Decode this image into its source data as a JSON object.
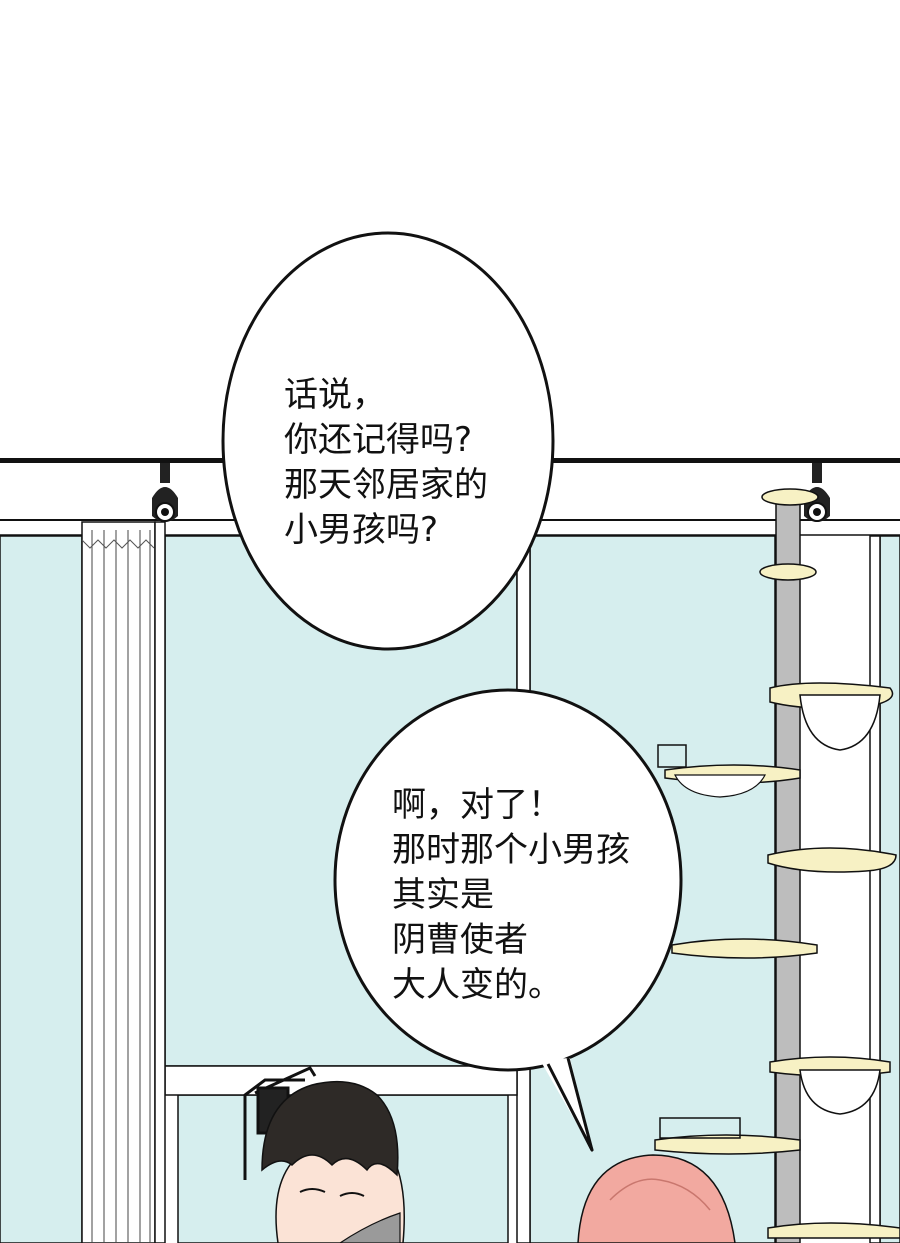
{
  "colors": {
    "window_glass": "#d6eeee",
    "frame": "#ffffff",
    "outline": "#111111",
    "cat_tree_platform": "#f7f1c4",
    "cat_tree_pole": "#bdbdbd",
    "hair_dark": "#2e2a27",
    "hair_pink": "#f2a9a0",
    "skin": "#fbe3d6"
  },
  "icons": {
    "track_light": "spotlight-icon",
    "cat_tree": "cat-tree-icon"
  },
  "dialogue": {
    "bubble1": [
      "话说，",
      "你还记得吗?",
      "那天邻居家的",
      "小男孩吗?"
    ],
    "bubble2": [
      "啊，对了！",
      "那时那个小男孩",
      "其实是",
      "阴曹使者",
      "大人变的。"
    ]
  }
}
